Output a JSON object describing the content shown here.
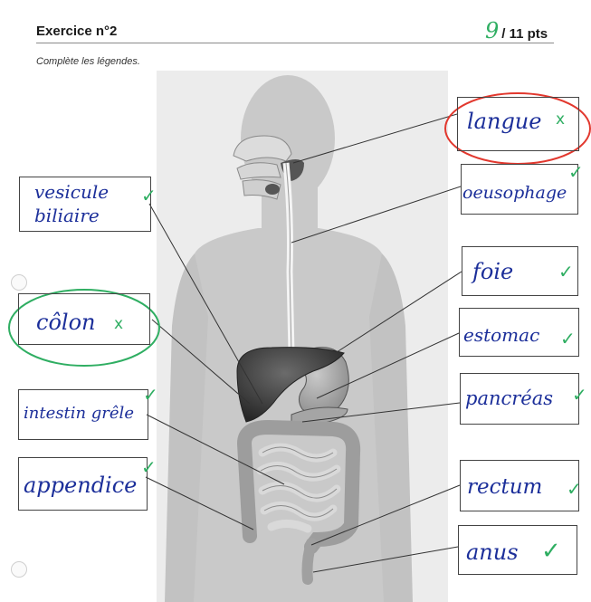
{
  "header": {
    "title": "Exercice n°2",
    "score_awarded": "9",
    "score_total": "/ 11 pts",
    "instruction": "Complète les légendes."
  },
  "labels": {
    "vesicule": {
      "line1": "vesicule",
      "line2": "biliaire",
      "mark": "✓"
    },
    "colon": {
      "text": "côlon",
      "mark": "x"
    },
    "intestin": {
      "text": "intestin grêle",
      "mark": "✓"
    },
    "appendice": {
      "text": "appendice",
      "mark": "✓"
    },
    "langue": {
      "text": "langue",
      "mark": "x"
    },
    "oesophage": {
      "text": "oeusophage",
      "mark": "✓"
    },
    "foie": {
      "text": "foie",
      "mark": "✓"
    },
    "estomac": {
      "text": "estomac",
      "mark": "✓"
    },
    "pancreas": {
      "text": "pancréas",
      "mark": "✓"
    },
    "rectum": {
      "text": "rectum",
      "mark": "✓"
    },
    "anus": {
      "text": "anus",
      "mark": "✓"
    }
  },
  "colors": {
    "ink": "#1c2f9a",
    "correction_green": "#2fae62",
    "correction_red": "#e2382e"
  }
}
